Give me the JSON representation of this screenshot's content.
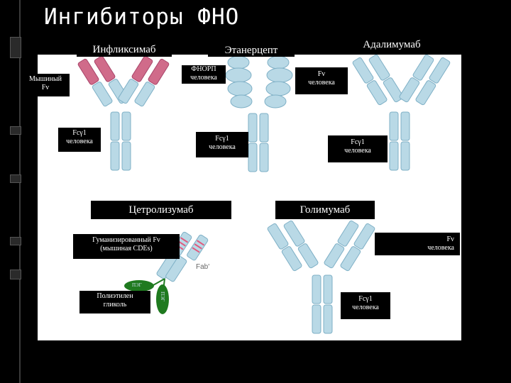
{
  "slide_title": "Ингибиторы ФНО",
  "drugs": {
    "infliximab": "Инфликсимаб",
    "etanercept": "Этанерцепт",
    "adalimumab": "Адалимумаб",
    "certolizumab": "Цетролизумаб",
    "golimumab": "Голимумаб"
  },
  "labels": {
    "mouse_fv_1": "Мышиный",
    "mouse_fv_2": "Fv",
    "fc_human_1": "Fcγ1",
    "fc_human_2": "человека",
    "tnfr_1": "ФНОРП",
    "tnfr_2": "человека",
    "fv_human_1": "Fv",
    "fv_human_2": "человека",
    "humanized_1": "Гуманизированный Fv",
    "humanized_2": "(мышиная CDEs)",
    "fab": "Fab'",
    "peg_1": "Полиэтилен",
    "peg_2": "гликоль",
    "peg_short": "ПЭГ"
  },
  "colors": {
    "antibody_fill": "#b9d9e6",
    "antibody_stroke": "#7fb0c6",
    "mouse_fill": "#d06b8a",
    "peg_fill": "#1f7a1f",
    "cdr_stripe": "#e05a7e"
  }
}
